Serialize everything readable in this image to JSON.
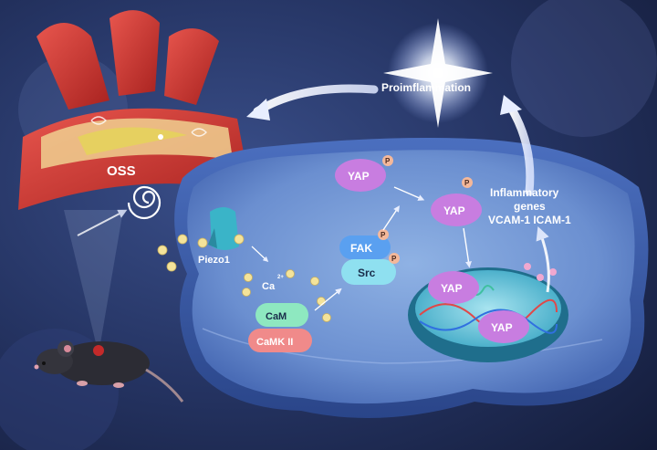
{
  "labels": {
    "proinflammation": "Proimflammation",
    "oss": "OSS",
    "piezo1": "Piezo1",
    "ca": "Ca",
    "ca_sup": "2+",
    "cam": "CaM",
    "camk2": "CaMK II",
    "fak": "FAK",
    "src": "Src",
    "yap": "YAP",
    "p": "P",
    "genes_line1": "Inflammatory",
    "genes_line2": "genes",
    "genes_line3": "VCAM-1 ICAM-1"
  },
  "colors": {
    "yap": "#c87de0",
    "fak": "#5aa0f0",
    "src": "#8fe0f0",
    "cam": "#8ee8c0",
    "camk2": "#f08a8a",
    "phospho": "#f4b89a",
    "ion": "#f4e39a",
    "piezo": "#3ab4c8"
  }
}
